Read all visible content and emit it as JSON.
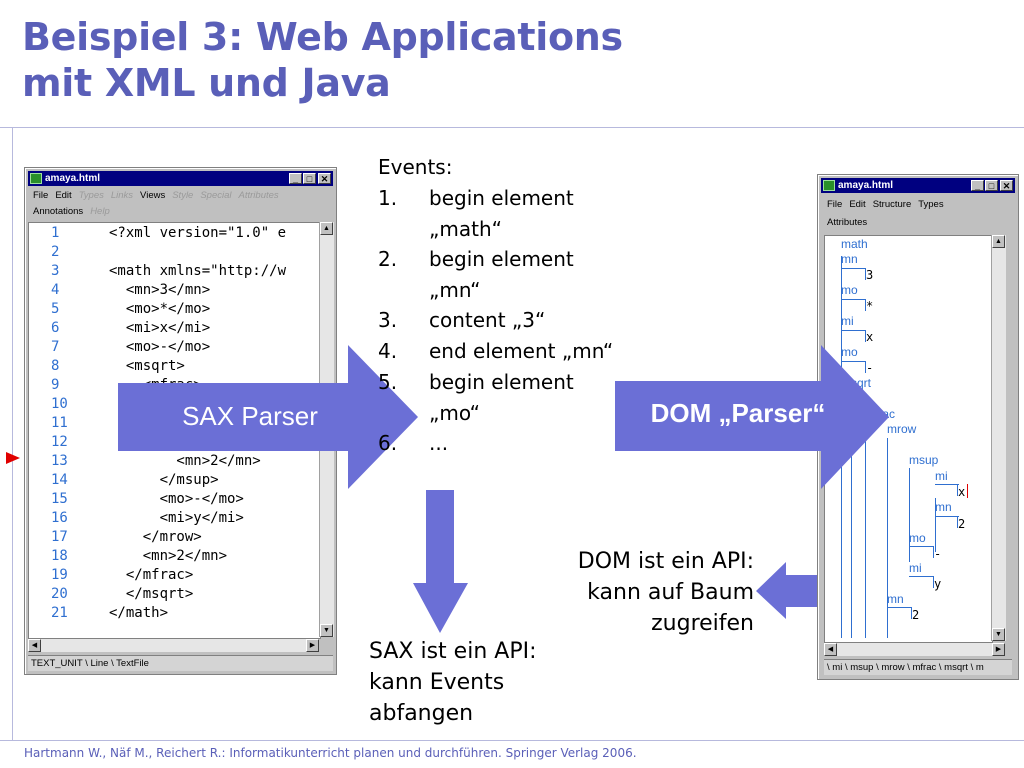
{
  "slide": {
    "title_line1": "Beispiel 3: Web Applications",
    "title_line2": "mit XML und Java",
    "footer": "Hartmann W., Näf M., Reichert R.: Informatikunterricht planen und durchführen. Springer Verlag 2006."
  },
  "left_window": {
    "title": "amaya.html",
    "menu_row1": [
      "File",
      "Edit",
      "Types",
      "Links",
      "Views",
      "Style",
      "Special",
      "Attributes"
    ],
    "menu_row1_disabled": [
      false,
      false,
      true,
      true,
      false,
      true,
      true,
      true
    ],
    "menu_row2": [
      "Annotations",
      "Help"
    ],
    "menu_row2_disabled": [
      false,
      true
    ],
    "lines": [
      {
        "n": "1",
        "code": "<?xml version=\"1.0\" e"
      },
      {
        "n": "2",
        "code": ""
      },
      {
        "n": "3",
        "code": "<math xmlns=\"http://w"
      },
      {
        "n": "4",
        "code": "  <mn>3</mn>"
      },
      {
        "n": "5",
        "code": "  <mo>*</mo>"
      },
      {
        "n": "6",
        "code": "  <mi>x</mi>"
      },
      {
        "n": "7",
        "code": "  <mo>-</mo>"
      },
      {
        "n": "8",
        "code": "  <msqrt>"
      },
      {
        "n": "9",
        "code": "    <mfrac>"
      },
      {
        "n": "10",
        "code": ""
      },
      {
        "n": "11",
        "code": ""
      },
      {
        "n": "12",
        "code": ""
      },
      {
        "n": "13",
        "code": "        <mn>2</mn>"
      },
      {
        "n": "14",
        "code": "      </msup>"
      },
      {
        "n": "15",
        "code": "      <mo>-</mo>"
      },
      {
        "n": "16",
        "code": "      <mi>y</mi>"
      },
      {
        "n": "17",
        "code": "    </mrow>"
      },
      {
        "n": "18",
        "code": "    <mn>2</mn>"
      },
      {
        "n": "19",
        "code": "  </mfrac>"
      },
      {
        "n": "20",
        "code": "  </msqrt>"
      },
      {
        "n": "21",
        "code": "</math>"
      }
    ],
    "status": "TEXT_UNIT \\ Line  \\ TextFile"
  },
  "right_window": {
    "title": "amaya.html",
    "menu_row1": [
      "File",
      "Edit",
      "Structure",
      "Types"
    ],
    "menu_row2": [
      "Attributes"
    ],
    "tree": {
      "math": "math",
      "mn1": "mn",
      "v3": "3",
      "mo1": "mo",
      "vstar": "*",
      "mi1": "mi",
      "vx1": "x",
      "mo2": "mo",
      "vminus1": "-",
      "msqrt": "msqrt",
      "mfrac": "mfrac",
      "mrow": "mrow",
      "msup": "msup",
      "mi2": "mi",
      "vx2": "x",
      "mn2": "mn",
      "v2a": "2",
      "mo3": "mo",
      "vminus2": "-",
      "mi3": "mi",
      "vy": "y",
      "mn3": "mn",
      "v2b": "2"
    },
    "status": "\\ mi \\ msup \\ mrow \\ mfrac \\ msqrt \\ m"
  },
  "arrows": {
    "sax_label": "SAX Parser",
    "dom_label": "DOM „Parser“",
    "color": "#6b6fd6"
  },
  "events": {
    "heading": "Events:",
    "items": [
      {
        "num": "1.",
        "line1": "begin element",
        "line2": "„math“"
      },
      {
        "num": "2.",
        "line1": "begin element",
        "line2": "„mn“"
      },
      {
        "num": "3.",
        "line1": "content „3“",
        "line2": ""
      },
      {
        "num": "4.",
        "line1": "end element „mn“",
        "line2": ""
      },
      {
        "num": "5.",
        "line1": "begin element",
        "line2": "„mo“"
      },
      {
        "num": "6.",
        "line1": "...",
        "line2": ""
      }
    ]
  },
  "dom_text": {
    "line1": "DOM ist ein API:",
    "line2": "kann auf Baum",
    "line3": "zugreifen"
  },
  "sax_text": {
    "line1": "SAX ist ein API:",
    "line2": "kann Events",
    "line3": "abfangen"
  }
}
